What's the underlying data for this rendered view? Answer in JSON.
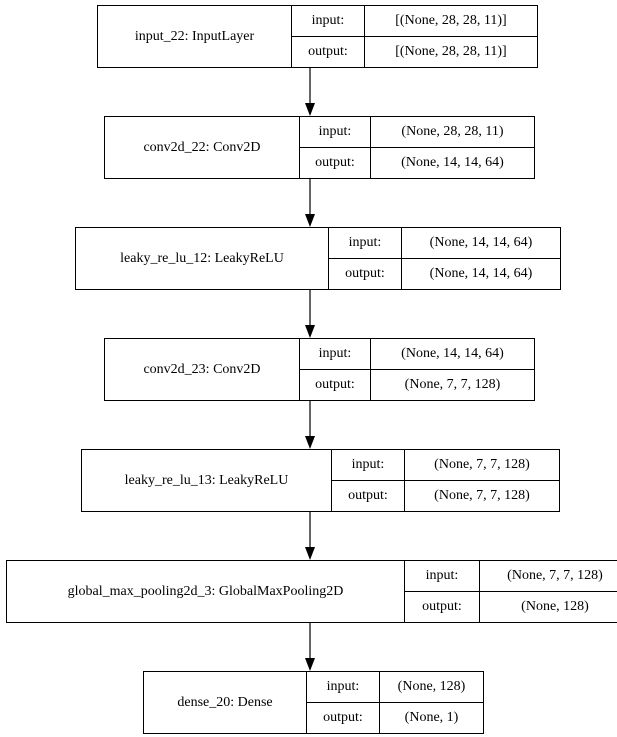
{
  "labels": {
    "input": "input:",
    "output": "output:"
  },
  "nodes": [
    {
      "name": "input_22: InputLayer",
      "input": "[(None, 28, 28, 11)]",
      "output": "[(None, 28, 28, 11)]"
    },
    {
      "name": "conv2d_22: Conv2D",
      "input": "(None, 28, 28, 11)",
      "output": "(None, 14, 14, 64)"
    },
    {
      "name": "leaky_re_lu_12: LeakyReLU",
      "input": "(None, 14, 14, 64)",
      "output": "(None, 14, 14, 64)"
    },
    {
      "name": "conv2d_23: Conv2D",
      "input": "(None, 14, 14, 64)",
      "output": "(None, 7, 7, 128)"
    },
    {
      "name": "leaky_re_lu_13: LeakyReLU",
      "input": "(None, 7, 7, 128)",
      "output": "(None, 7, 7, 128)"
    },
    {
      "name": "global_max_pooling2d_3: GlobalMaxPooling2D",
      "input": "(None, 7, 7, 128)",
      "output": "(None, 128)"
    },
    {
      "name": "dense_20: Dense",
      "input": "(None, 128)",
      "output": "(None, 1)"
    }
  ]
}
